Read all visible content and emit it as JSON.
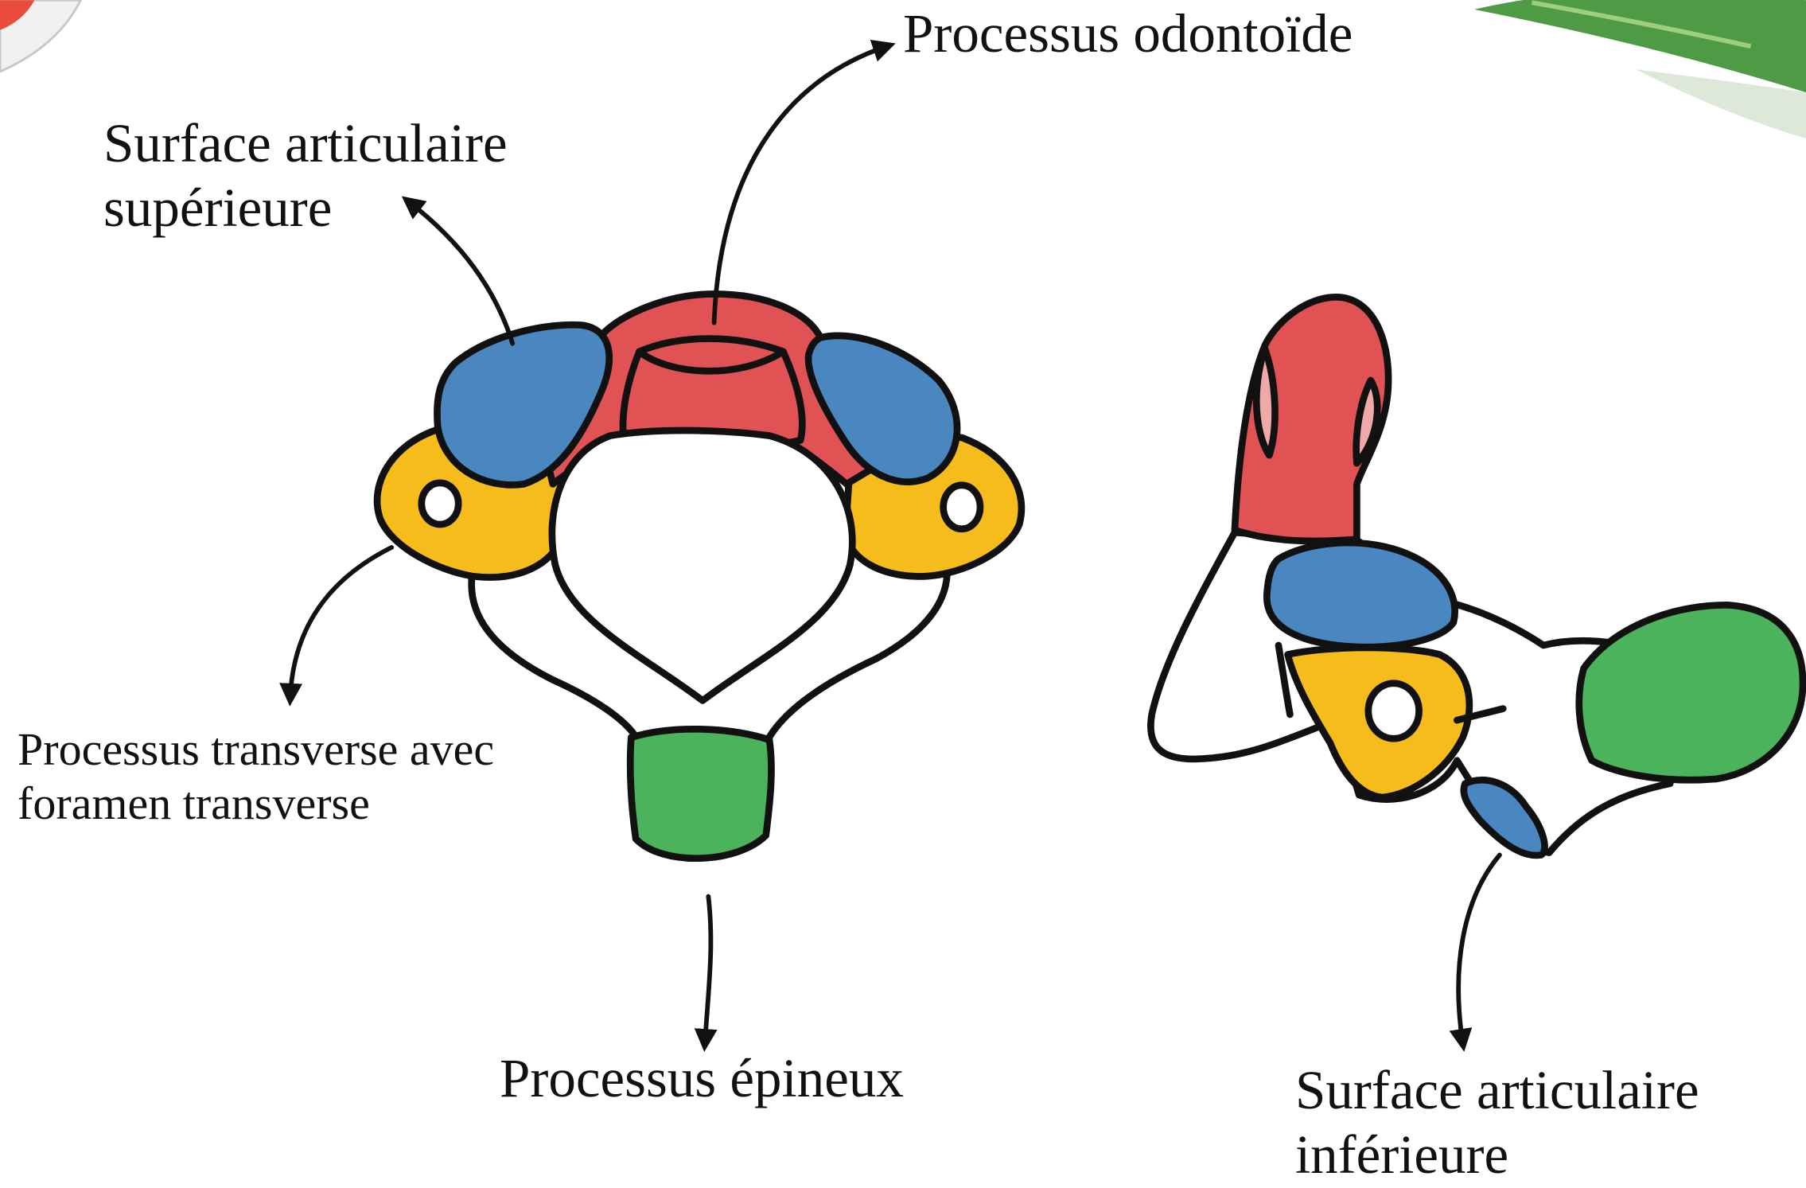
{
  "labels": {
    "odontoid": "Processus odontoïde",
    "superior_articular": [
      "Surface articulaire",
      "supérieure"
    ],
    "transverse": [
      "Processus transverse avec",
      "foramen transverse"
    ],
    "spinous": "Processus épineux",
    "inferior_articular": [
      "Surface articulaire",
      "inférieure"
    ]
  },
  "colors": {
    "outline": "#111111",
    "odontoid_red": "#E05253",
    "articular_blue": "#4A86C0",
    "transverse_yellow": "#F5BC1C",
    "spinous_green": "#4BB35C",
    "pale_red": "#F0A9A9",
    "background": "#FFFFFF"
  }
}
